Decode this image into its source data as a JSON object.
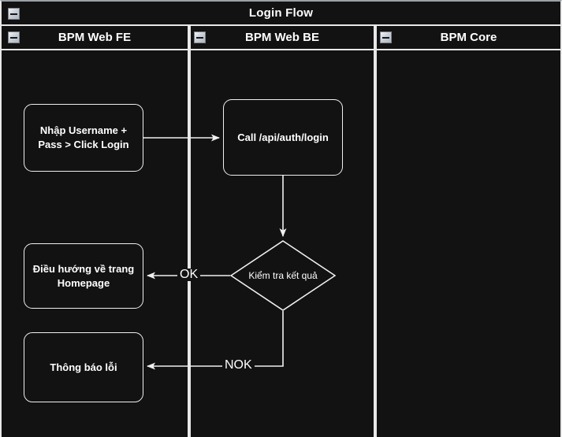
{
  "pool": {
    "title": "Login Flow",
    "collapse_icon": "minus-box-icon"
  },
  "lanes": [
    {
      "id": "fe",
      "label": "BPM Web FE",
      "collapse_icon": "minus-box-icon"
    },
    {
      "id": "be",
      "label": "BPM Web BE",
      "collapse_icon": "minus-box-icon"
    },
    {
      "id": "core",
      "label": "BPM Core",
      "collapse_icon": "minus-box-icon"
    }
  ],
  "nodes": {
    "input_credentials": {
      "label": "Nhập Username +\nPass > Click Login",
      "type": "task",
      "lane": "fe"
    },
    "call_login_api": {
      "label": "Call /api/auth/login",
      "type": "task",
      "lane": "be"
    },
    "check_result": {
      "label": "Kiểm tra kết quả",
      "type": "decision",
      "lane": "be"
    },
    "redirect_homepage": {
      "label": "Điều hướng về trang\nHomepage",
      "type": "task",
      "lane": "fe"
    },
    "error_message": {
      "label": "Thông báo lỗi",
      "type": "task",
      "lane": "fe"
    }
  },
  "edges": [
    {
      "id": "e1",
      "from": "input_credentials",
      "to": "call_login_api",
      "label": ""
    },
    {
      "id": "e2",
      "from": "call_login_api",
      "to": "check_result",
      "label": ""
    },
    {
      "id": "e3",
      "from": "check_result",
      "to": "redirect_homepage",
      "label": "OK"
    },
    {
      "id": "e4",
      "from": "check_result",
      "to": "error_message",
      "label": "NOK"
    }
  ],
  "colors": {
    "background": "#121212",
    "stroke": "#f0f0f0",
    "text": "#ffffff",
    "lane_border": "#e8e8e8"
  }
}
